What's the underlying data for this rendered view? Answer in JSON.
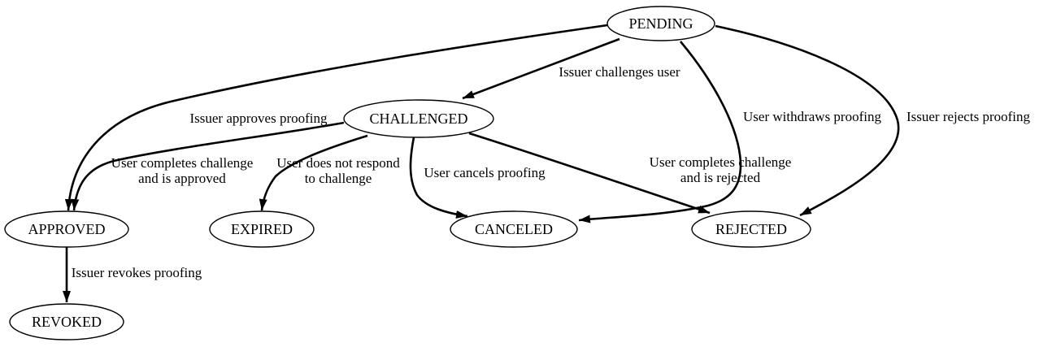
{
  "diagram": {
    "kind": "state-machine",
    "colors": {
      "background": "#ffffff",
      "node_fill": "#ffffff",
      "stroke": "#000000",
      "text": "#000000"
    },
    "nodes": {
      "pending": {
        "label": "PENDING"
      },
      "challenged": {
        "label": "CHALLENGED"
      },
      "approved": {
        "label": "APPROVED"
      },
      "expired": {
        "label": "EXPIRED"
      },
      "canceled": {
        "label": "CANCELED"
      },
      "rejected": {
        "label": "REJECTED"
      },
      "revoked": {
        "label": "REVOKED"
      }
    },
    "edges": [
      {
        "from": "PENDING",
        "to": "CHALLENGED",
        "label": "Issuer challenges user"
      },
      {
        "from": "PENDING",
        "to": "APPROVED",
        "label": "Issuer approves proofing"
      },
      {
        "from": "PENDING",
        "to": "CANCELED",
        "label": "User withdraws proofing"
      },
      {
        "from": "PENDING",
        "to": "REJECTED",
        "label": "Issuer rejects proofing"
      },
      {
        "from": "CHALLENGED",
        "to": "APPROVED",
        "label": "User completes challenge",
        "label2": "and is approved"
      },
      {
        "from": "CHALLENGED",
        "to": "EXPIRED",
        "label": "User does not respond",
        "label2": "to challenge"
      },
      {
        "from": "CHALLENGED",
        "to": "CANCELED",
        "label": "User cancels proofing"
      },
      {
        "from": "CHALLENGED",
        "to": "REJECTED",
        "label": "User completes challenge",
        "label2": "and is rejected"
      },
      {
        "from": "APPROVED",
        "to": "REVOKED",
        "label": "Issuer revokes proofing"
      }
    ]
  }
}
